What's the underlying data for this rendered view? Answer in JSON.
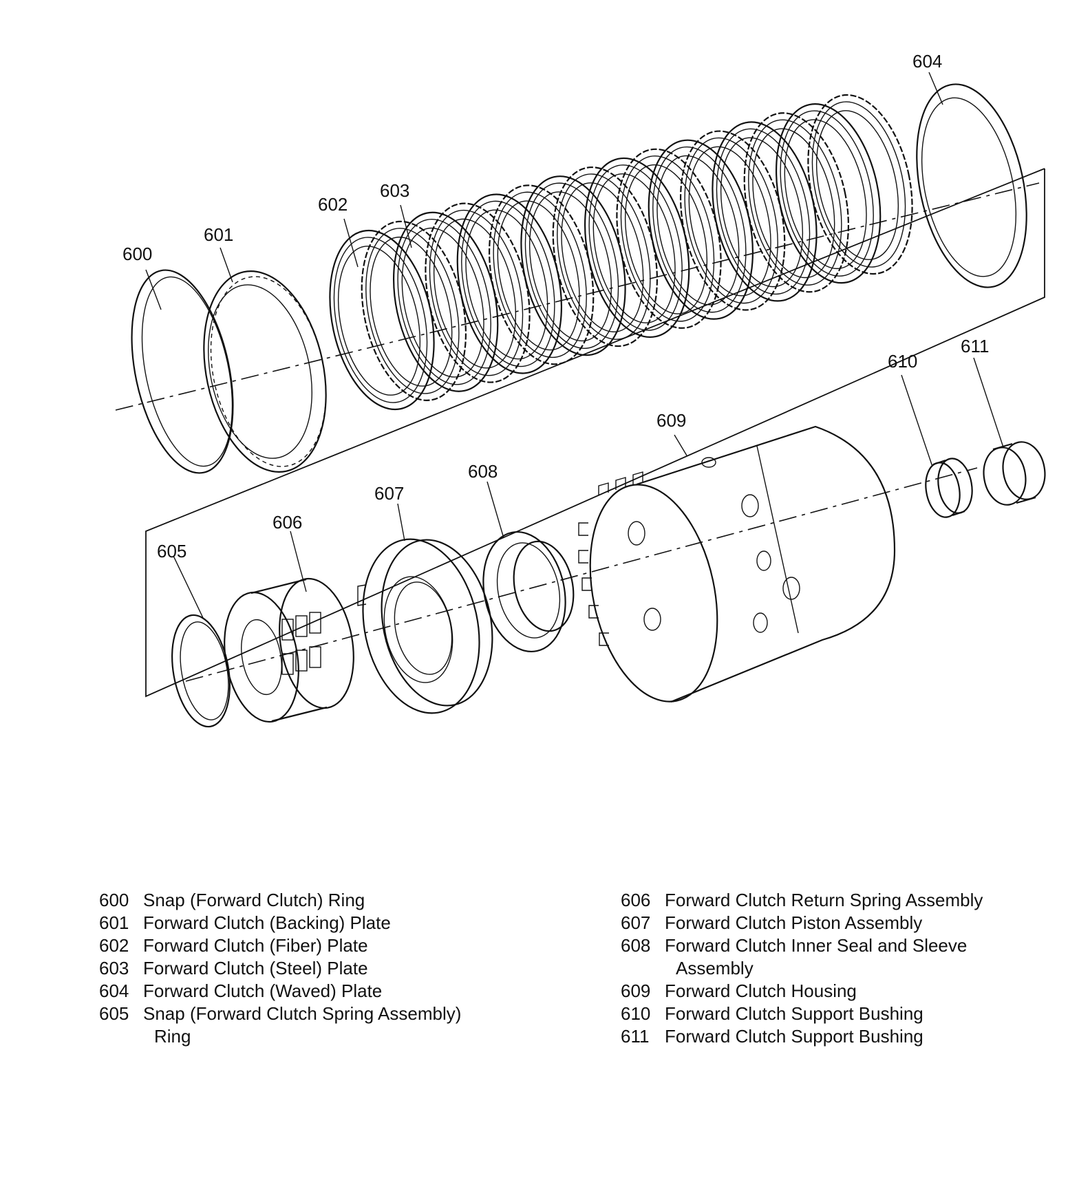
{
  "callouts": {
    "c600": "600",
    "c601": "601",
    "c602": "602",
    "c603": "603",
    "c604": "604",
    "c605": "605",
    "c606": "606",
    "c607": "607",
    "c608": "608",
    "c609": "609",
    "c610": "610",
    "c611": "611"
  },
  "legend": {
    "left": [
      {
        "num": "600",
        "text": "Snap (Forward Clutch) Ring",
        "cont": ""
      },
      {
        "num": "601",
        "text": "Forward Clutch (Backing) Plate",
        "cont": ""
      },
      {
        "num": "602",
        "text": "Forward Clutch (Fiber) Plate",
        "cont": ""
      },
      {
        "num": "603",
        "text": "Forward Clutch (Steel) Plate",
        "cont": ""
      },
      {
        "num": "604",
        "text": "Forward Clutch (Waved) Plate",
        "cont": ""
      },
      {
        "num": "605",
        "text": "Snap (Forward Clutch Spring Assembly)",
        "cont": "Ring"
      }
    ],
    "right": [
      {
        "num": "606",
        "text": "Forward Clutch Return Spring Assembly",
        "cont": ""
      },
      {
        "num": "607",
        "text": "Forward Clutch Piston Assembly",
        "cont": ""
      },
      {
        "num": "608",
        "text": "Forward Clutch Inner Seal and Sleeve",
        "cont": "Assembly"
      },
      {
        "num": "609",
        "text": "Forward Clutch Housing",
        "cont": ""
      },
      {
        "num": "610",
        "text": "Forward Clutch Support Bushing",
        "cont": ""
      },
      {
        "num": "611",
        "text": "Forward Clutch Support Bushing",
        "cont": ""
      }
    ]
  }
}
